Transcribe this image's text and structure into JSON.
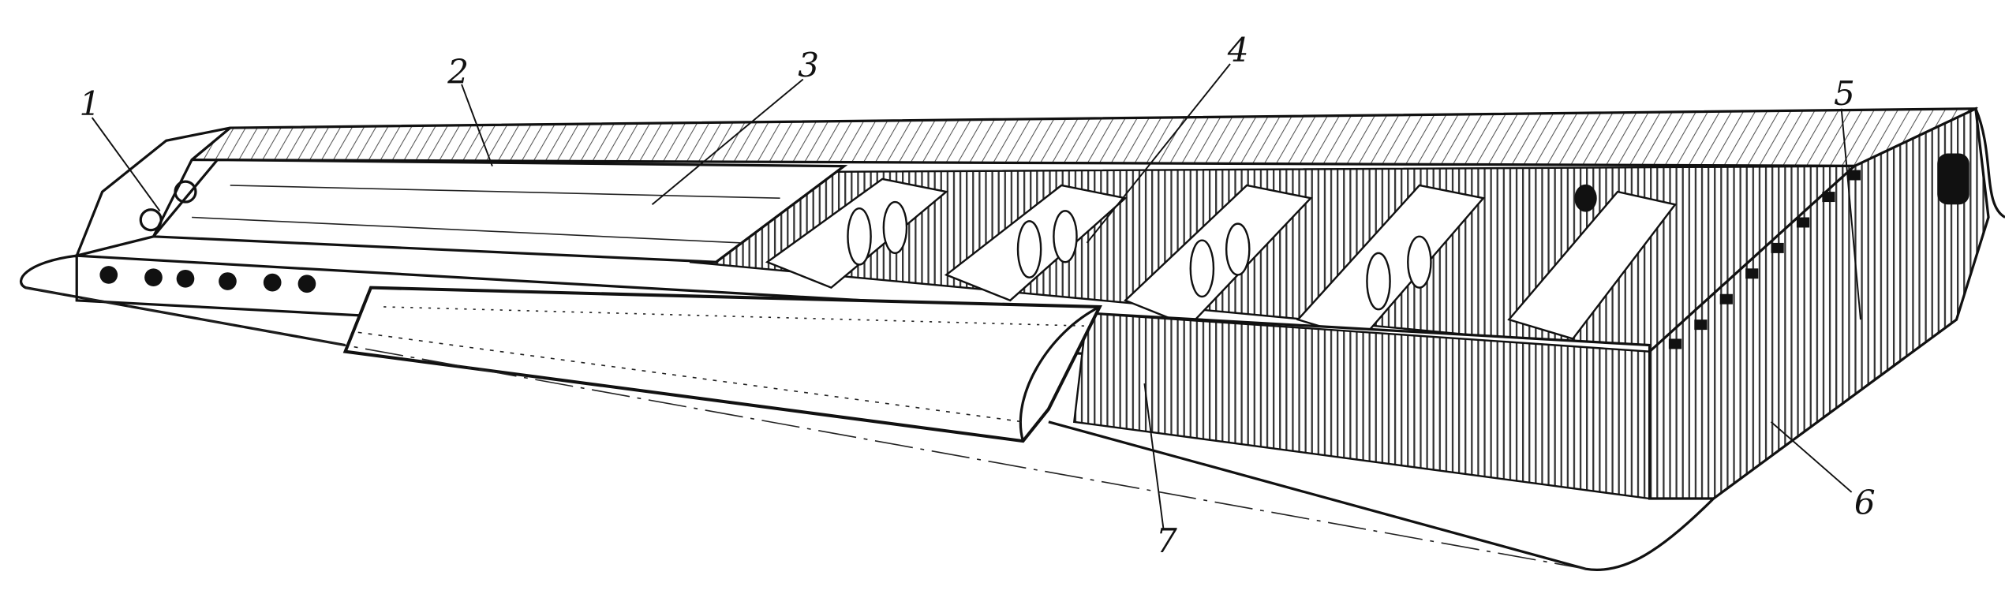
{
  "figure": {
    "callouts": [
      {
        "number": "1"
      },
      {
        "number": "2"
      },
      {
        "number": "3"
      },
      {
        "number": "4"
      },
      {
        "number": "5"
      },
      {
        "number": "6"
      },
      {
        "number": "7"
      }
    ]
  },
  "colors": {
    "ink": "#111111",
    "paper": "#ffffff"
  }
}
